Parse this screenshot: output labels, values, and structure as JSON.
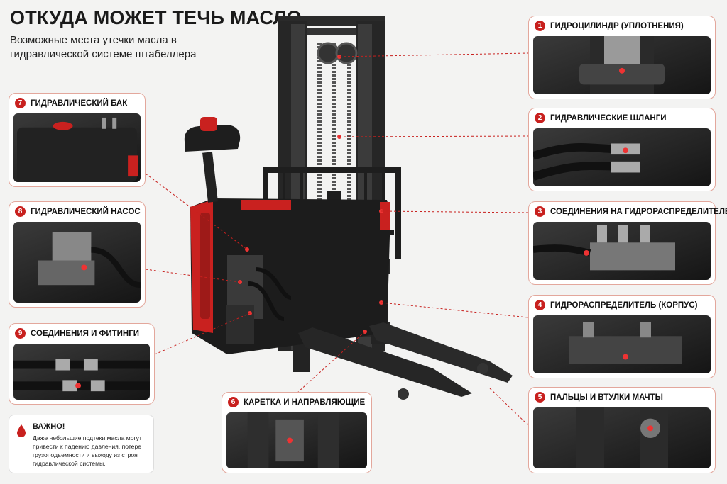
{
  "header": {
    "title": "ОТКУДА МОЖЕТ ТЕЧЬ МАСЛО",
    "subtitle": "Возможные места утечки масла в гидравлической системе штабеллера"
  },
  "colors": {
    "accent": "#c8201e",
    "card_border": "#e3a79c",
    "background": "#f3f3f2"
  },
  "points": [
    {
      "num": "1",
      "label": "ГИДРОЦИЛИНДР (УПЛОТНЕНИЯ)"
    },
    {
      "num": "2",
      "label": "ГИДРАВЛИЧЕСКИЕ ШЛАНГИ"
    },
    {
      "num": "3",
      "label": "СОЕДИНЕНИЯ НА ГИДРОРАСПРЕДЕЛИТЕЛЕ"
    },
    {
      "num": "4",
      "label": "ГИДРОРАСПРЕДЕЛИТЕЛЬ (КОРПУС)"
    },
    {
      "num": "5",
      "label": "ПАЛЬЦЫ И ВТУЛКИ МАЧТЫ"
    },
    {
      "num": "6",
      "label": "КАРЕТКА И НАПРАВЛЯЮЩИЕ"
    },
    {
      "num": "7",
      "label": "ГИДРАВЛИЧЕСКИЙ БАК"
    },
    {
      "num": "8",
      "label": "ГИДРАВЛИЧЕСКИЙ НАСОС"
    },
    {
      "num": "9",
      "label": "СОЕДИНЕНИЯ И ФИТИНГИ"
    }
  ],
  "note": {
    "icon": "oil-drop-icon",
    "title": "ВАЖНО!",
    "text": "Даже небольшие подтеки масла могут привести к падению давления, потере грузоподъемности и выходу из строя гидравлической системы."
  }
}
